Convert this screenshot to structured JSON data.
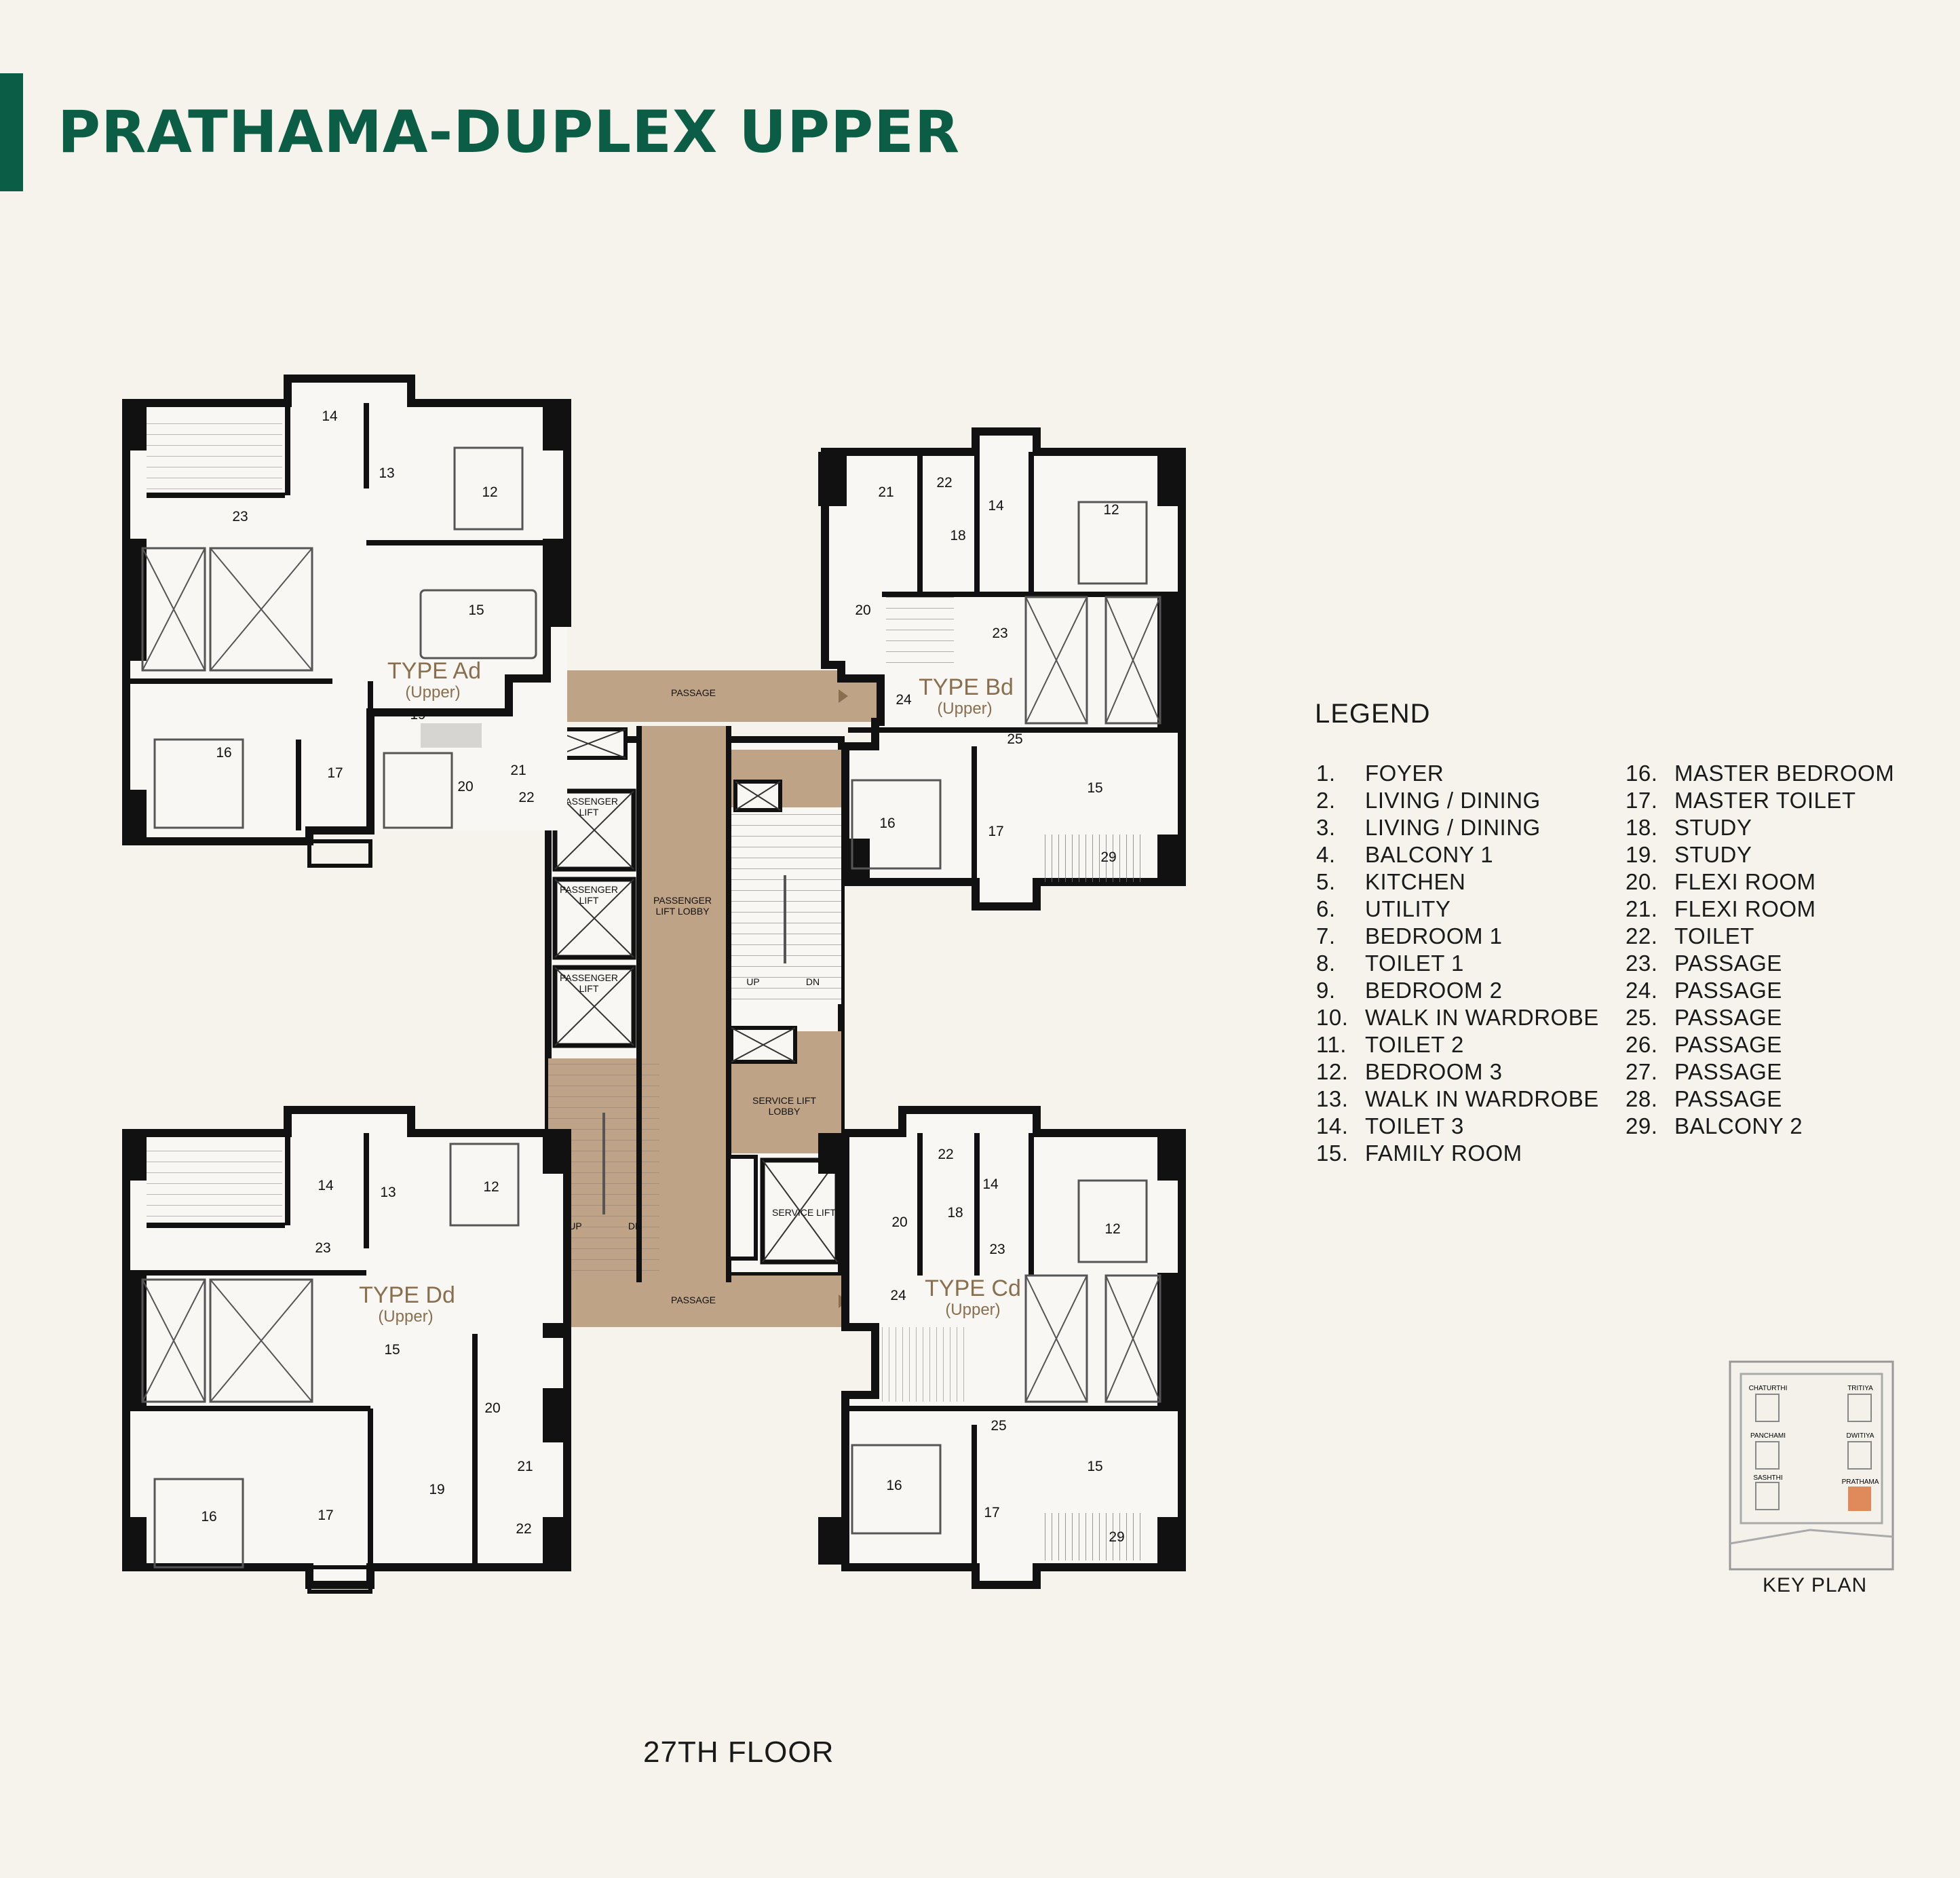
{
  "header": {
    "title": "PRATHAMA-DUPLEX UPPER"
  },
  "units": [
    {
      "type": "TYPE Ad",
      "sub": "(Upper)"
    },
    {
      "type": "TYPE Bd",
      "sub": "(Upper)"
    },
    {
      "type": "TYPE Dd",
      "sub": "(Upper)"
    },
    {
      "type": "TYPE Cd",
      "sub": "(Upper)"
    }
  ],
  "core": {
    "passage": "PASSAGE",
    "passenger_lift": [
      "PASSENGER",
      "LIFT"
    ],
    "lift_lobby": [
      "PASSENGER",
      "LIFT LOBBY"
    ],
    "service_lift_lobby": [
      "SERVICE LIFT",
      "LOBBY"
    ],
    "service_lift": "SERVICE LIFT",
    "up": "UP",
    "dn": "DN"
  },
  "room_numbers": {
    "n12": "12",
    "n13": "13",
    "n14": "14",
    "n15": "15",
    "n16": "16",
    "n17": "17",
    "n18": "18",
    "n19": "19",
    "n20": "20",
    "n21": "21",
    "n22": "22",
    "n23": "23",
    "n24": "24",
    "n25": "25",
    "n29": "29"
  },
  "legend": {
    "title": "LEGEND",
    "col1": [
      {
        "num": "1.",
        "label": "FOYER"
      },
      {
        "num": "2.",
        "label": "LIVING / DINING"
      },
      {
        "num": "3.",
        "label": "LIVING / DINING"
      },
      {
        "num": "4.",
        "label": "BALCONY 1"
      },
      {
        "num": "5.",
        "label": "KITCHEN"
      },
      {
        "num": "6.",
        "label": "UTILITY"
      },
      {
        "num": "7.",
        "label": "BEDROOM 1"
      },
      {
        "num": "8.",
        "label": "TOILET 1"
      },
      {
        "num": "9.",
        "label": "BEDROOM 2"
      },
      {
        "num": "10.",
        "label": "WALK IN WARDROBE"
      },
      {
        "num": "11.",
        "label": "TOILET 2"
      },
      {
        "num": "12.",
        "label": "BEDROOM 3"
      },
      {
        "num": "13.",
        "label": "WALK IN WARDROBE"
      },
      {
        "num": "14.",
        "label": "TOILET 3"
      },
      {
        "num": "15.",
        "label": "FAMILY ROOM"
      }
    ],
    "col2": [
      {
        "num": "16.",
        "label": "MASTER BEDROOM"
      },
      {
        "num": "17.",
        "label": "MASTER TOILET"
      },
      {
        "num": "18.",
        "label": "STUDY"
      },
      {
        "num": "19.",
        "label": "STUDY"
      },
      {
        "num": "20.",
        "label": "FLEXI ROOM"
      },
      {
        "num": "21.",
        "label": "FLEXI ROOM"
      },
      {
        "num": "22.",
        "label": "TOILET"
      },
      {
        "num": "23.",
        "label": "PASSAGE"
      },
      {
        "num": "24.",
        "label": "PASSAGE"
      },
      {
        "num": "25.",
        "label": "PASSAGE"
      },
      {
        "num": "26.",
        "label": "PASSAGE"
      },
      {
        "num": "27.",
        "label": "PASSAGE"
      },
      {
        "num": "28.",
        "label": "PASSAGE"
      },
      {
        "num": "29.",
        "label": "BALCONY 2"
      }
    ]
  },
  "footer": {
    "floor": "27TH FLOOR"
  },
  "key_plan": {
    "label": "KEY PLAN",
    "towers": [
      "CHATURTHI",
      "TRITIYA",
      "PANCHAMI",
      "DWITIYA",
      "SASHTHI",
      "PRATHAMA"
    ]
  },
  "colors": {
    "brand_green": "#0b5e45",
    "core_tan": "#bfa386",
    "type_label": "#8a6f4e",
    "wall": "#111111",
    "highlight": "#e08a5c"
  }
}
